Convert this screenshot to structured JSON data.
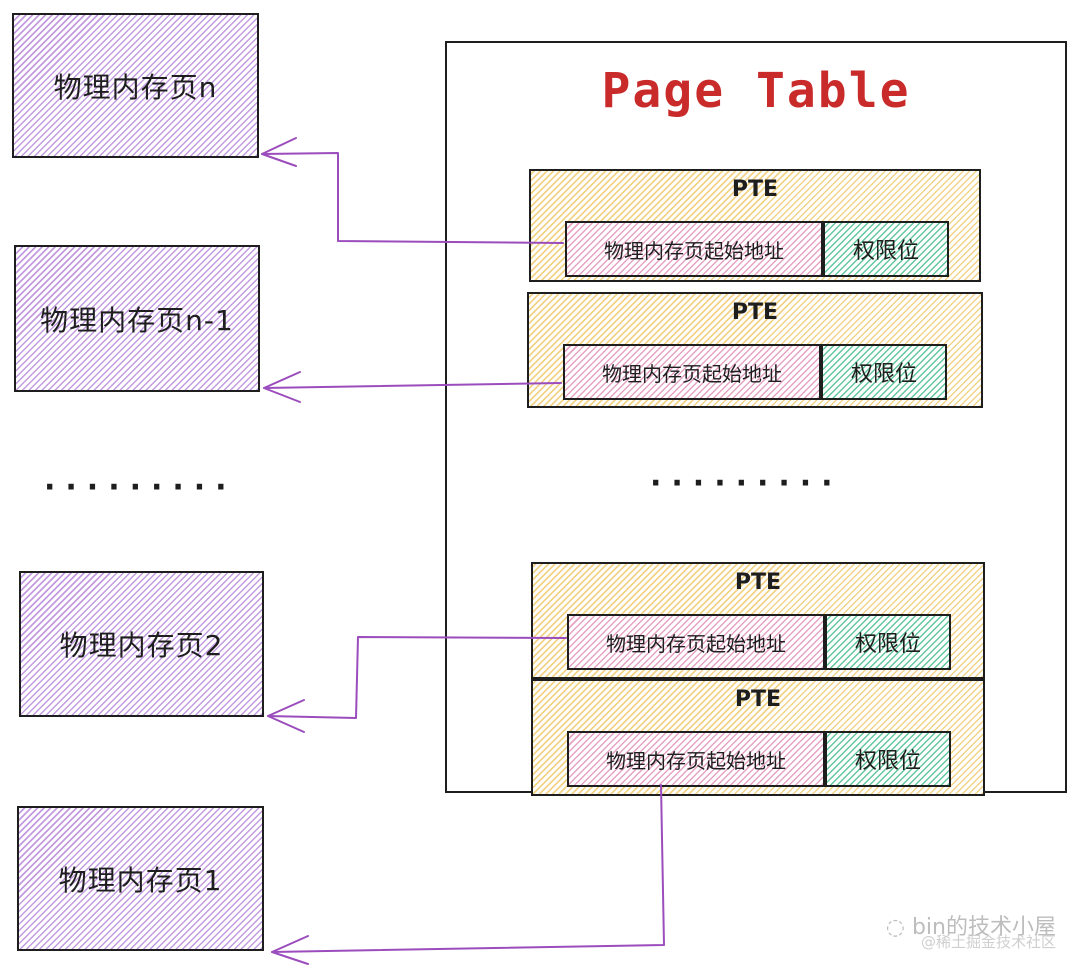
{
  "memory_pages": [
    {
      "label": "物理内存页n"
    },
    {
      "label": "物理内存页n-1"
    },
    {
      "label": "物理内存页2"
    },
    {
      "label": "物理内存页1"
    }
  ],
  "left_ellipsis": "·········",
  "page_table": {
    "title": "Page Table",
    "ellipsis": "·········",
    "entries": [
      {
        "label": "PTE",
        "address": "物理内存页起始地址",
        "permission": "权限位"
      },
      {
        "label": "PTE",
        "address": "物理内存页起始地址",
        "permission": "权限位"
      },
      {
        "label": "PTE",
        "address": "物理内存页起始地址",
        "permission": "权限位"
      },
      {
        "label": "PTE",
        "address": "物理内存页起始地址",
        "permission": "权限位"
      }
    ]
  },
  "watermark": {
    "main": "bin的技术小屋",
    "sub": "@稀土掘金技术社区"
  },
  "colors": {
    "title": "#c92a2a",
    "arrow": "#9b4dbd",
    "page_fill": "#c39be0",
    "pte_fill": "#f2d488",
    "address_fill": "#e7a3c3",
    "permission_fill": "#63c7a0"
  }
}
